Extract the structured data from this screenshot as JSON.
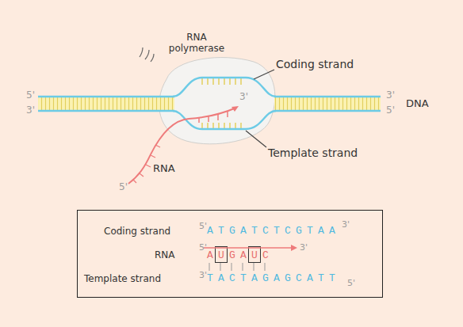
{
  "diagram": {
    "nodes": [
      {
        "text": [
          "RNA polymerase"
        ]
      },
      {
        "text": [
          "Coding strand",
          "5'",
          "ATGATCTCGTAA",
          "3'",
          "RNA",
          "5'",
          "A",
          "GA",
          "C",
          "3'",
          "Template strand",
          "3'",
          "TACTAGAGCATT",
          "5'"
        ]
      },
      {
        "text": [
          "U"
        ],
        "in": 1
      },
      {
        "text": [
          "U"
        ],
        "in": 1
      }
    ],
    "labels": [
      "5'",
      "3'",
      "3'",
      "5'",
      "DNA",
      "Coding strand",
      "Template strand",
      "RNA",
      "5'",
      "3'"
    ]
  }
}
